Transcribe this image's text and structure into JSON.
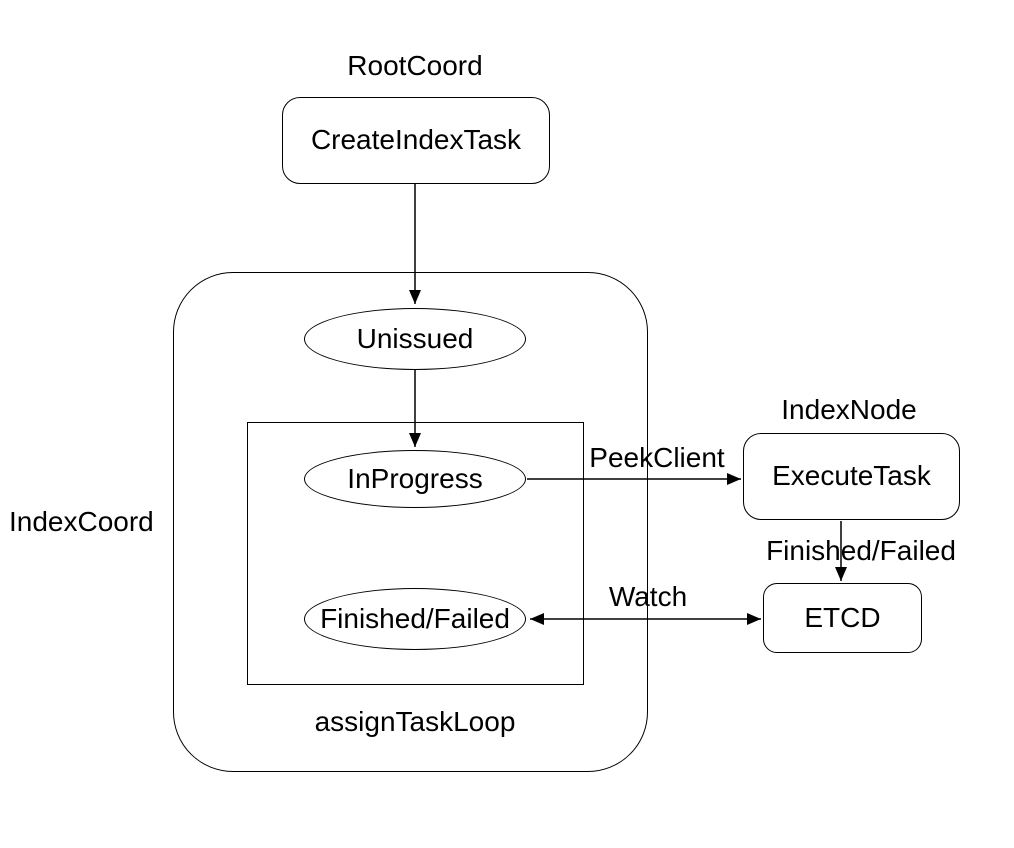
{
  "canvas": {
    "background": "#ffffff",
    "stroke_color": "#000000",
    "text_color": "#000000"
  },
  "labels": {
    "root_coord": "RootCoord",
    "index_coord": "IndexCoord",
    "index_node": "IndexNode",
    "assign_task_loop": "assignTaskLoop"
  },
  "nodes": {
    "create_index_task": "CreateIndexTask",
    "unissued": "Unissued",
    "in_progress": "InProgress",
    "finished_failed": "Finished/Failed",
    "execute_task": "ExecuteTask",
    "etcd": "ETCD"
  },
  "edges": {
    "peek_client": "PeekClient",
    "watch": "Watch",
    "finished_failed": "Finished/Failed"
  }
}
